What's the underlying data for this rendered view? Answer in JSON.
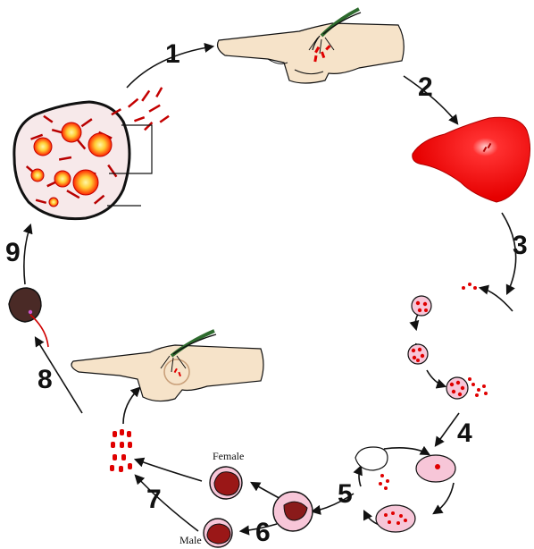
{
  "diagram": {
    "steps": [
      "1",
      "2",
      "3",
      "4",
      "5",
      "6",
      "7",
      "8",
      "9"
    ],
    "gametocyte_labels": {
      "female": "Female",
      "male": "Male"
    },
    "colors": {
      "parasite_red": "#e00000",
      "liver_red": "#ee0000",
      "pink_cell": "#f7c6d8",
      "skin": "#f6e3c9",
      "outline": "#111111",
      "oocyst_glow": "#ffdd33",
      "mosquito_gut": "#4a2a26"
    },
    "icons": [
      "mosquito-icon",
      "hand-icon",
      "liver-icon",
      "sporozoite-icon",
      "oocyst-icon",
      "midgut-icon"
    ]
  }
}
